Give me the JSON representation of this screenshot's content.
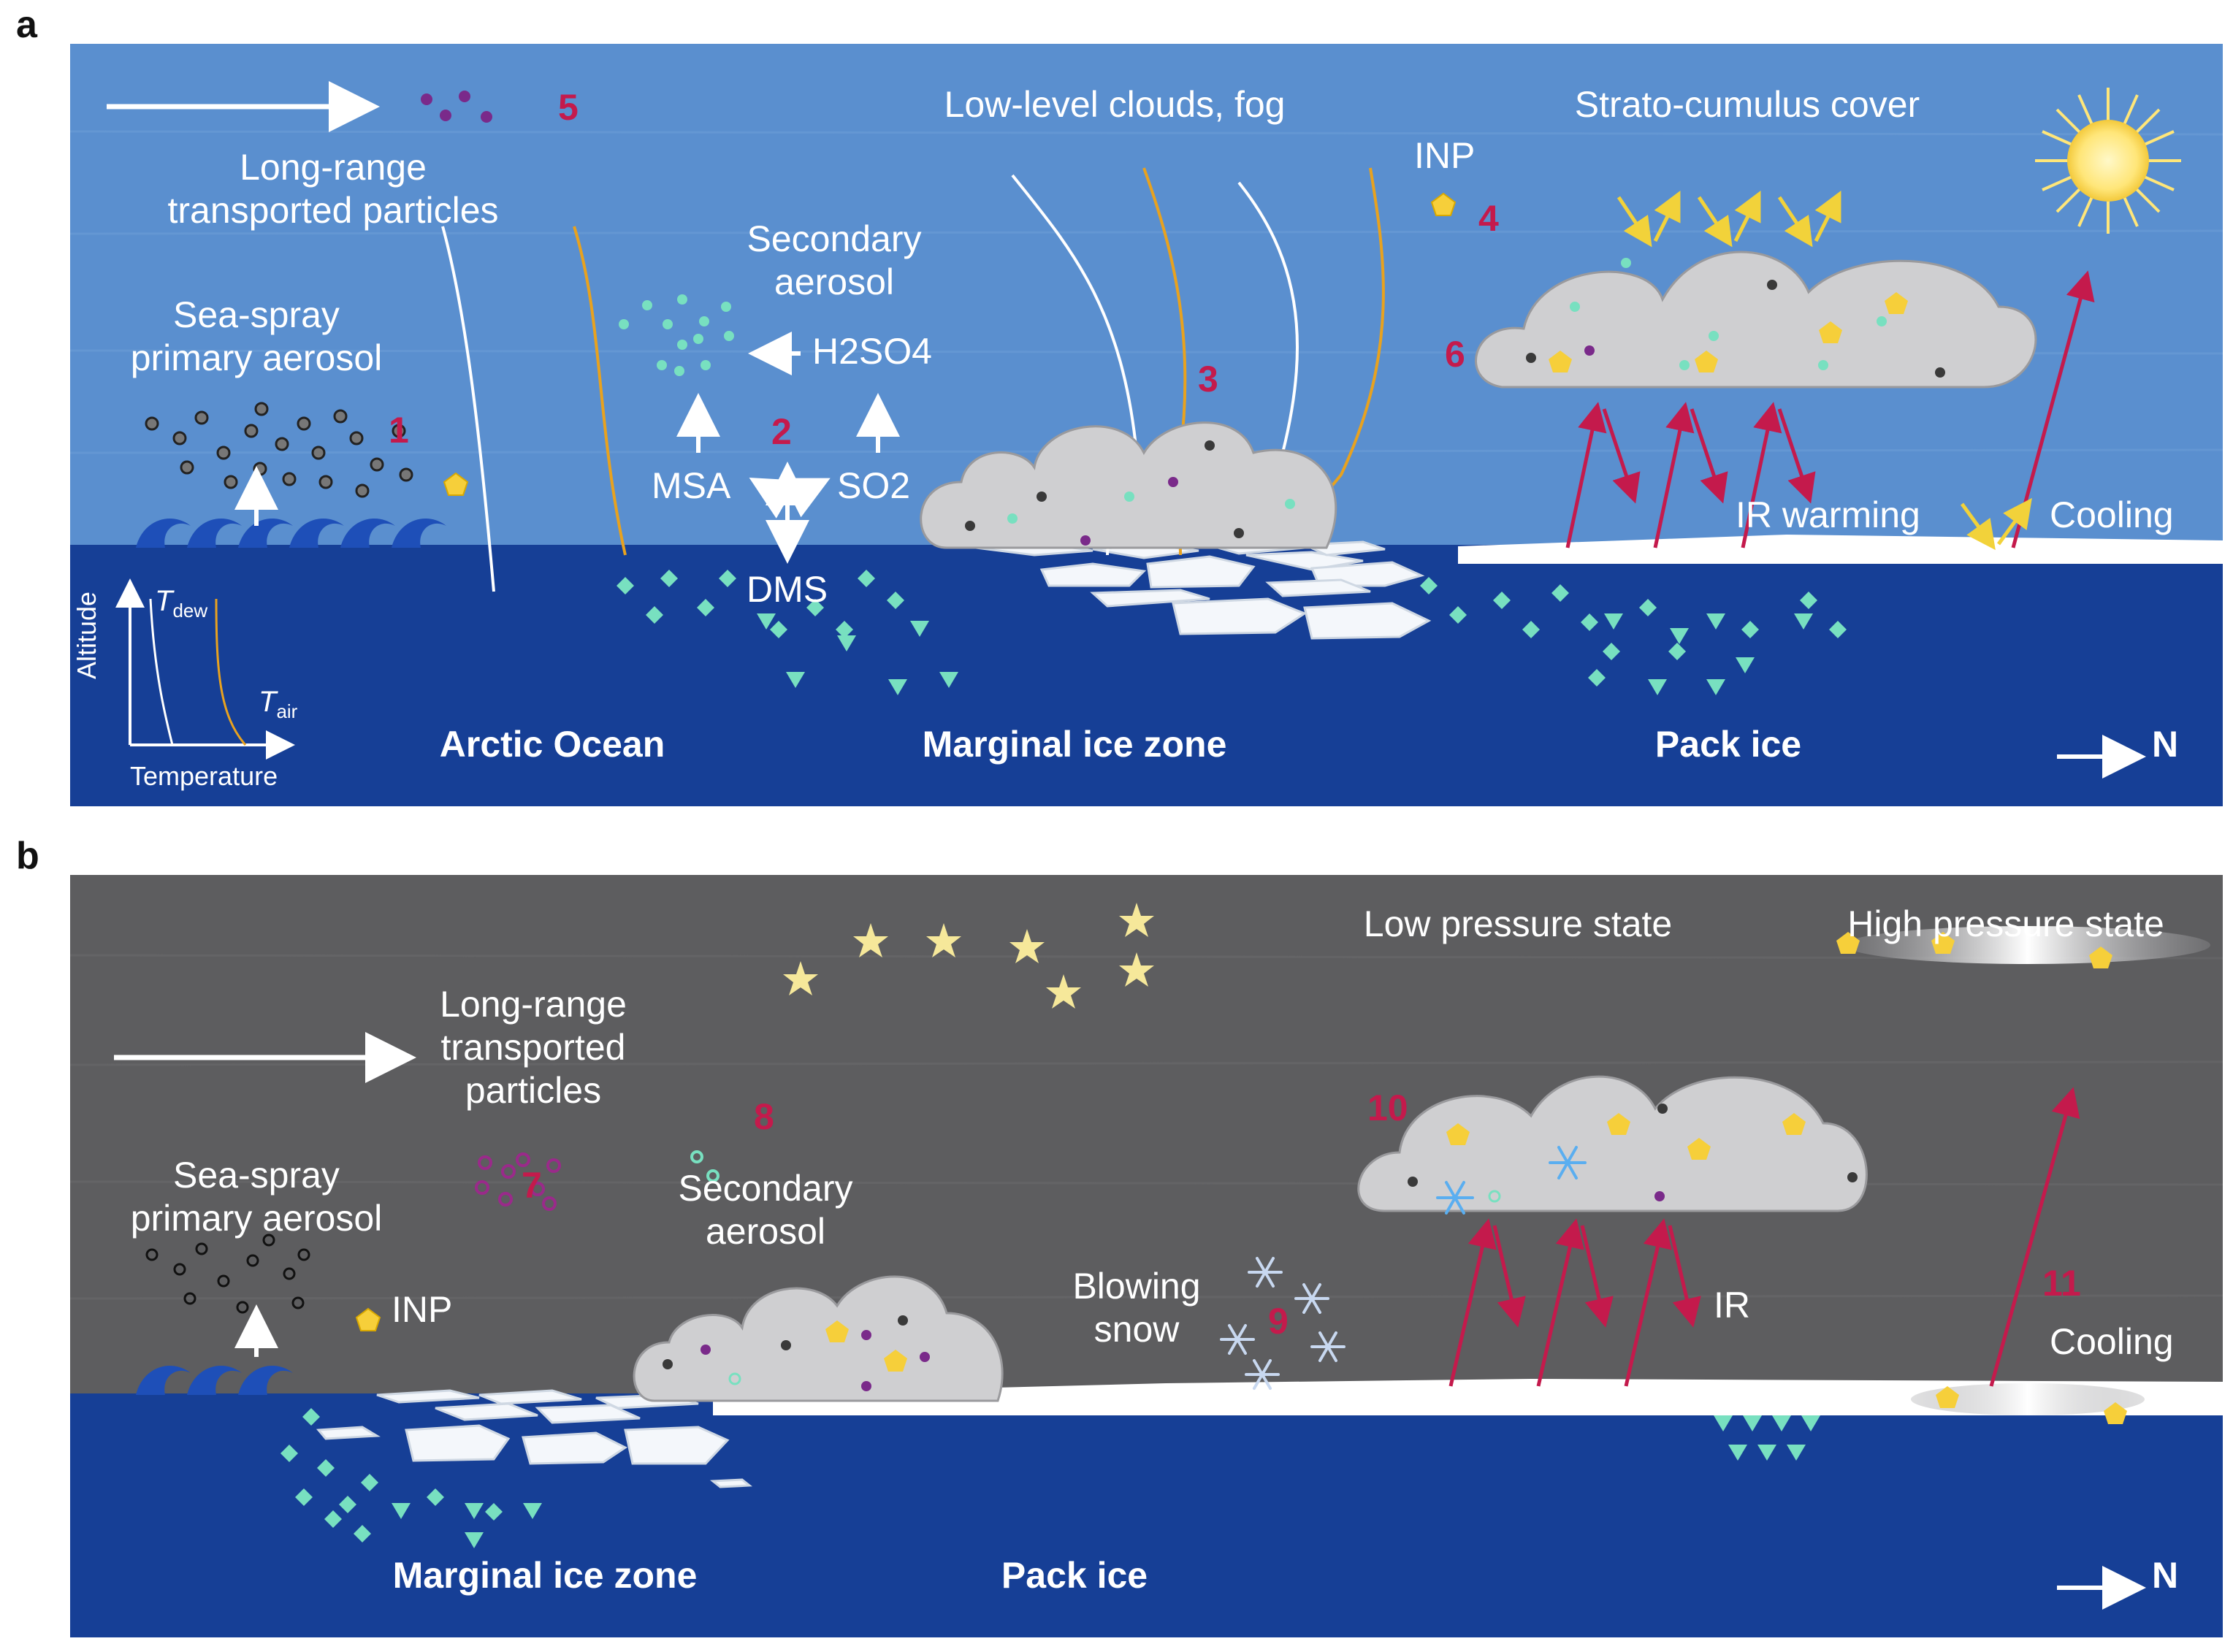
{
  "panel_a": {
    "letter": "a",
    "labels": {
      "long_range": "Long-range\ntransported particles",
      "secondary": "Secondary\naerosol",
      "sea_spray": "Sea-spray\nprimary aerosol",
      "low_level": "Low-level clouds, fog",
      "inp": "INP",
      "strato": "Strato-cumulus cover",
      "h2so4": "H2SO4",
      "msa": "MSA",
      "so2": "SO2",
      "dms": "DMS",
      "ir_warming": "IR warming",
      "cooling": "Cooling",
      "arctic_ocean": "Arctic Ocean",
      "marginal": "Marginal ice zone",
      "pack_ice": "Pack ice",
      "north": "N",
      "altitude": "Altitude",
      "temperature": "Temperature",
      "t_dew": "T",
      "t_dew_sub": "dew",
      "t_air": "T",
      "t_air_sub": "air"
    },
    "numbers": [
      "1",
      "2",
      "3",
      "4",
      "5",
      "6"
    ]
  },
  "panel_b": {
    "letter": "b",
    "labels": {
      "long_range": "Long-range\ntransported\nparticles",
      "sea_spray": "Sea-spray\nprimary aerosol",
      "inp": "INP",
      "secondary": "Secondary\naerosol",
      "blowing_snow": "Blowing\nsnow",
      "low_pressure": "Low pressure state",
      "high_pressure": "High pressure state",
      "ir": "IR",
      "cooling": "Cooling",
      "marginal": "Marginal ice zone",
      "pack_ice": "Pack ice",
      "north": "N"
    },
    "numbers": [
      "7",
      "8",
      "9",
      "10",
      "11"
    ]
  },
  "colors": {
    "sky_summer": "#5a8fcf",
    "ocean": "#163f96",
    "sky_winter": "#5d5d5f",
    "number": "#c41a4c",
    "sea_ice": "#ffffff",
    "cloud": "#cfcfd1",
    "inp_particle": "#f6cf3a",
    "secondary_particle": "#78e0c0",
    "soot_particle": "#3a3a3a",
    "organic_particle": "#7a2a8a",
    "radiation_arrow": "#c41a4c",
    "solar_arrow": "#f2d23a",
    "air_profile": "#e8a21f"
  }
}
